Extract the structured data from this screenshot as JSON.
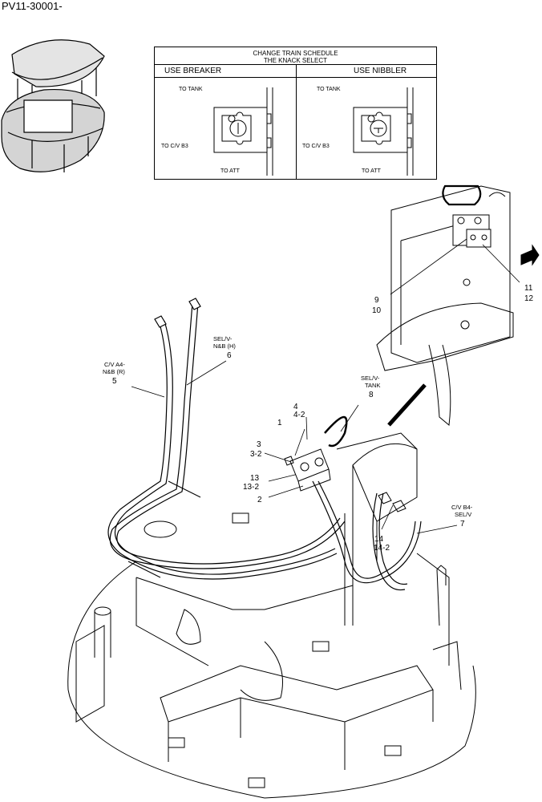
{
  "page_code": "PV11-30001-",
  "inset": {
    "header_line1": "CHANGE TRAIN SCHEDULE",
    "header_line2": "THE KNACK SELECT",
    "left": {
      "title": "USE BREAKER",
      "to_tank": "TO TANK",
      "to_cv": "TO C/V B3",
      "to_att": "TO ATT"
    },
    "right": {
      "title": "USE NIBBLER",
      "to_tank": "TO TANK",
      "to_cv": "TO C/V B3",
      "to_att": "TO ATT"
    }
  },
  "callouts": {
    "c1": "1",
    "c2": "2",
    "c3": "3",
    "c3_2": "3-2",
    "c4": "4",
    "c4_2": "4-2",
    "c5": "5",
    "c5_label1": "C/V A4-",
    "c5_label2": "N&B (R)",
    "c6": "6",
    "c6_label1": "SEL/V-",
    "c6_label2": "N&B (H)",
    "c7": "7",
    "c7_label1": "C/V B4-",
    "c7_label2": "SEL/V",
    "c8": "8",
    "c8_label1": "SEL/V-",
    "c8_label2": "TANK",
    "c9": "9",
    "c10": "10",
    "c11": "11",
    "c12": "12",
    "c13": "13",
    "c13_2": "13-2",
    "c14": "14",
    "c14_2": "14-2"
  }
}
